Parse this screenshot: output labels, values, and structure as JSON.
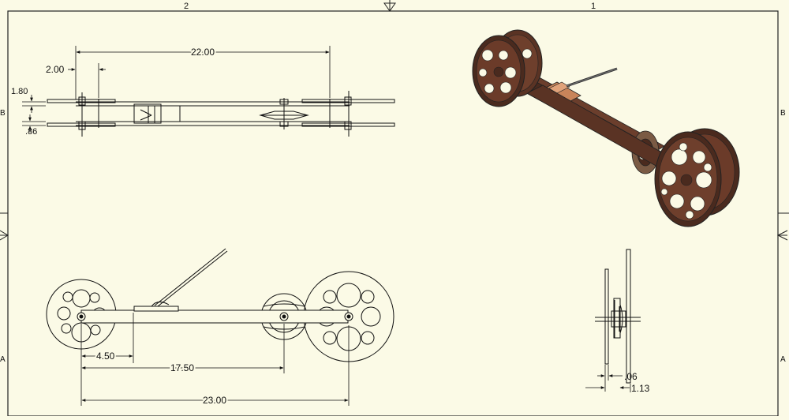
{
  "sheet": {
    "zone_cols": [
      "2",
      "1"
    ],
    "zone_rows": [
      "B",
      "A"
    ]
  },
  "top_view": {
    "dims": [
      "22.00",
      "2.00",
      "1.80",
      ".86"
    ]
  },
  "front_view": {
    "dims": [
      "4.50",
      "17.50",
      "23.00"
    ]
  },
  "end_view": {
    "dims": [
      ".06",
      "1.13"
    ]
  },
  "colors": {
    "paper": "#fbfae6",
    "line": "#111111",
    "wood": "#4a2a1e",
    "wood_light": "#7a4a35",
    "copper": "#c8845a"
  }
}
